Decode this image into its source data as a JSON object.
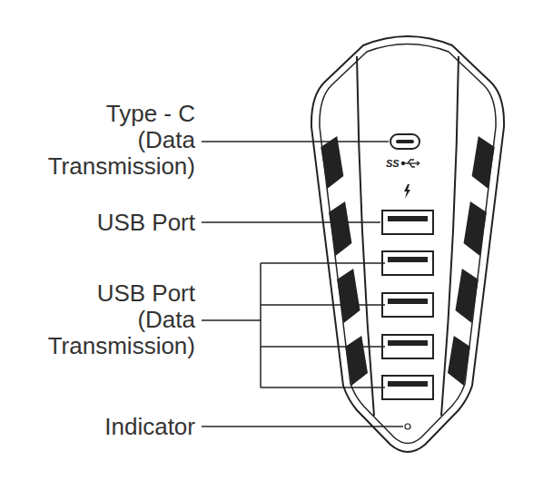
{
  "diagram": {
    "labels": [
      "Type - C (Data Transmission)",
      "USB Port",
      "USB Port (Data Transmission)",
      "Indicator",
      "SS"
    ]
  }
}
